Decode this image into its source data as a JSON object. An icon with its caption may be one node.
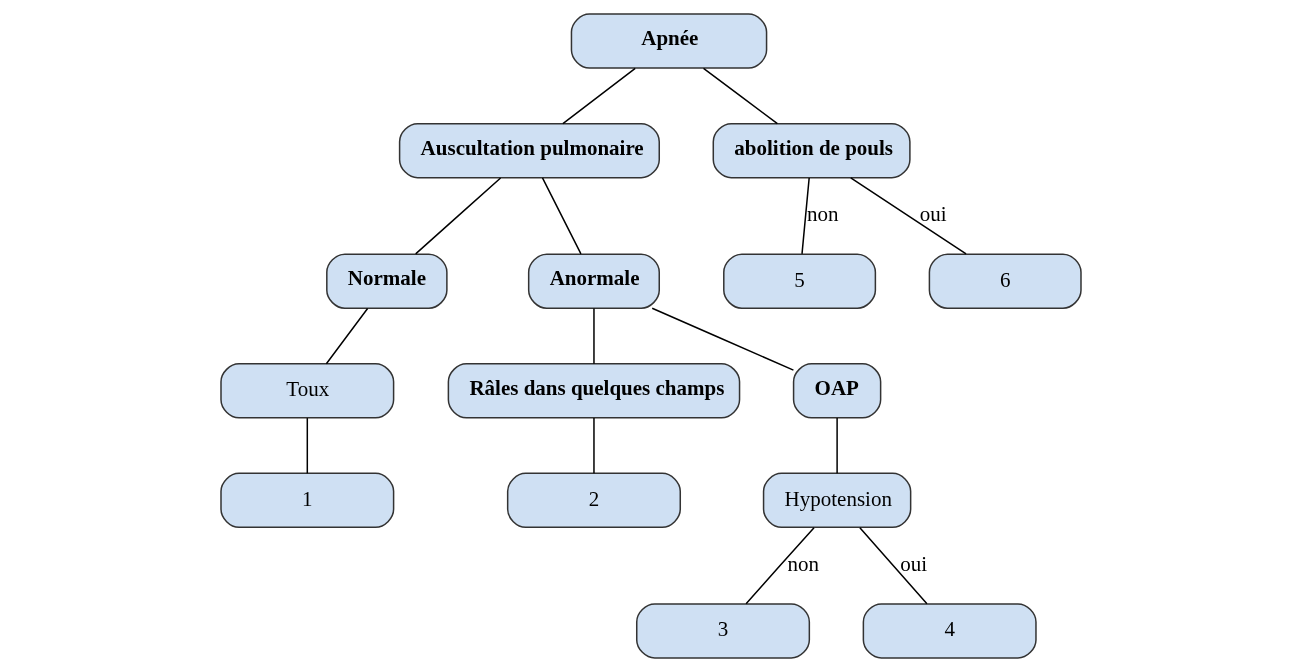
{
  "diagram": {
    "nodes": [
      {
        "text": [
          "Apnée"
        ]
      },
      {
        "text": [
          "Auscultation pulmonaire"
        ]
      },
      {
        "text": [
          "abolition de pouls"
        ]
      },
      {
        "text": [
          "Normale"
        ]
      },
      {
        "text": [
          "Anormale"
        ]
      },
      {
        "text": [
          "Toux"
        ]
      },
      {
        "text": [
          "1"
        ]
      },
      {
        "text": [
          "Râles dans quelques champs"
        ]
      },
      {
        "text": [
          "OAP"
        ]
      },
      {
        "text": [
          "2"
        ]
      },
      {
        "text": [
          "Hypotension"
        ]
      },
      {
        "text": [
          "3"
        ]
      },
      {
        "text": [
          "4"
        ]
      },
      {
        "text": [
          "5"
        ]
      },
      {
        "text": [
          "6"
        ]
      }
    ],
    "edges": [
      {
        "from": 0,
        "to": 1,
        "arrow": "none"
      },
      {
        "from": 0,
        "to": 2,
        "arrow": "none"
      },
      {
        "from": 1,
        "to": 3,
        "arrow": "none"
      },
      {
        "from": 1,
        "to": 4,
        "arrow": "none"
      },
      {
        "from": 3,
        "to": 5,
        "arrow": "none"
      },
      {
        "from": 5,
        "to": 6,
        "arrow": "none"
      },
      {
        "from": 4,
        "to": 7,
        "arrow": "none"
      },
      {
        "from": 4,
        "to": 8,
        "arrow": "none"
      },
      {
        "from": 7,
        "to": 9,
        "arrow": "none"
      },
      {
        "from": 8,
        "to": 10,
        "arrow": "none"
      },
      {
        "from": 10,
        "to": 11,
        "label": "non",
        "arrow": "none"
      },
      {
        "from": 10,
        "to": 12,
        "label": "oui",
        "arrow": "none"
      },
      {
        "from": 2,
        "to": 13,
        "label": "non",
        "arrow": "none"
      },
      {
        "from": 2,
        "to": 14,
        "label": "oui",
        "arrow": "none"
      }
    ]
  }
}
